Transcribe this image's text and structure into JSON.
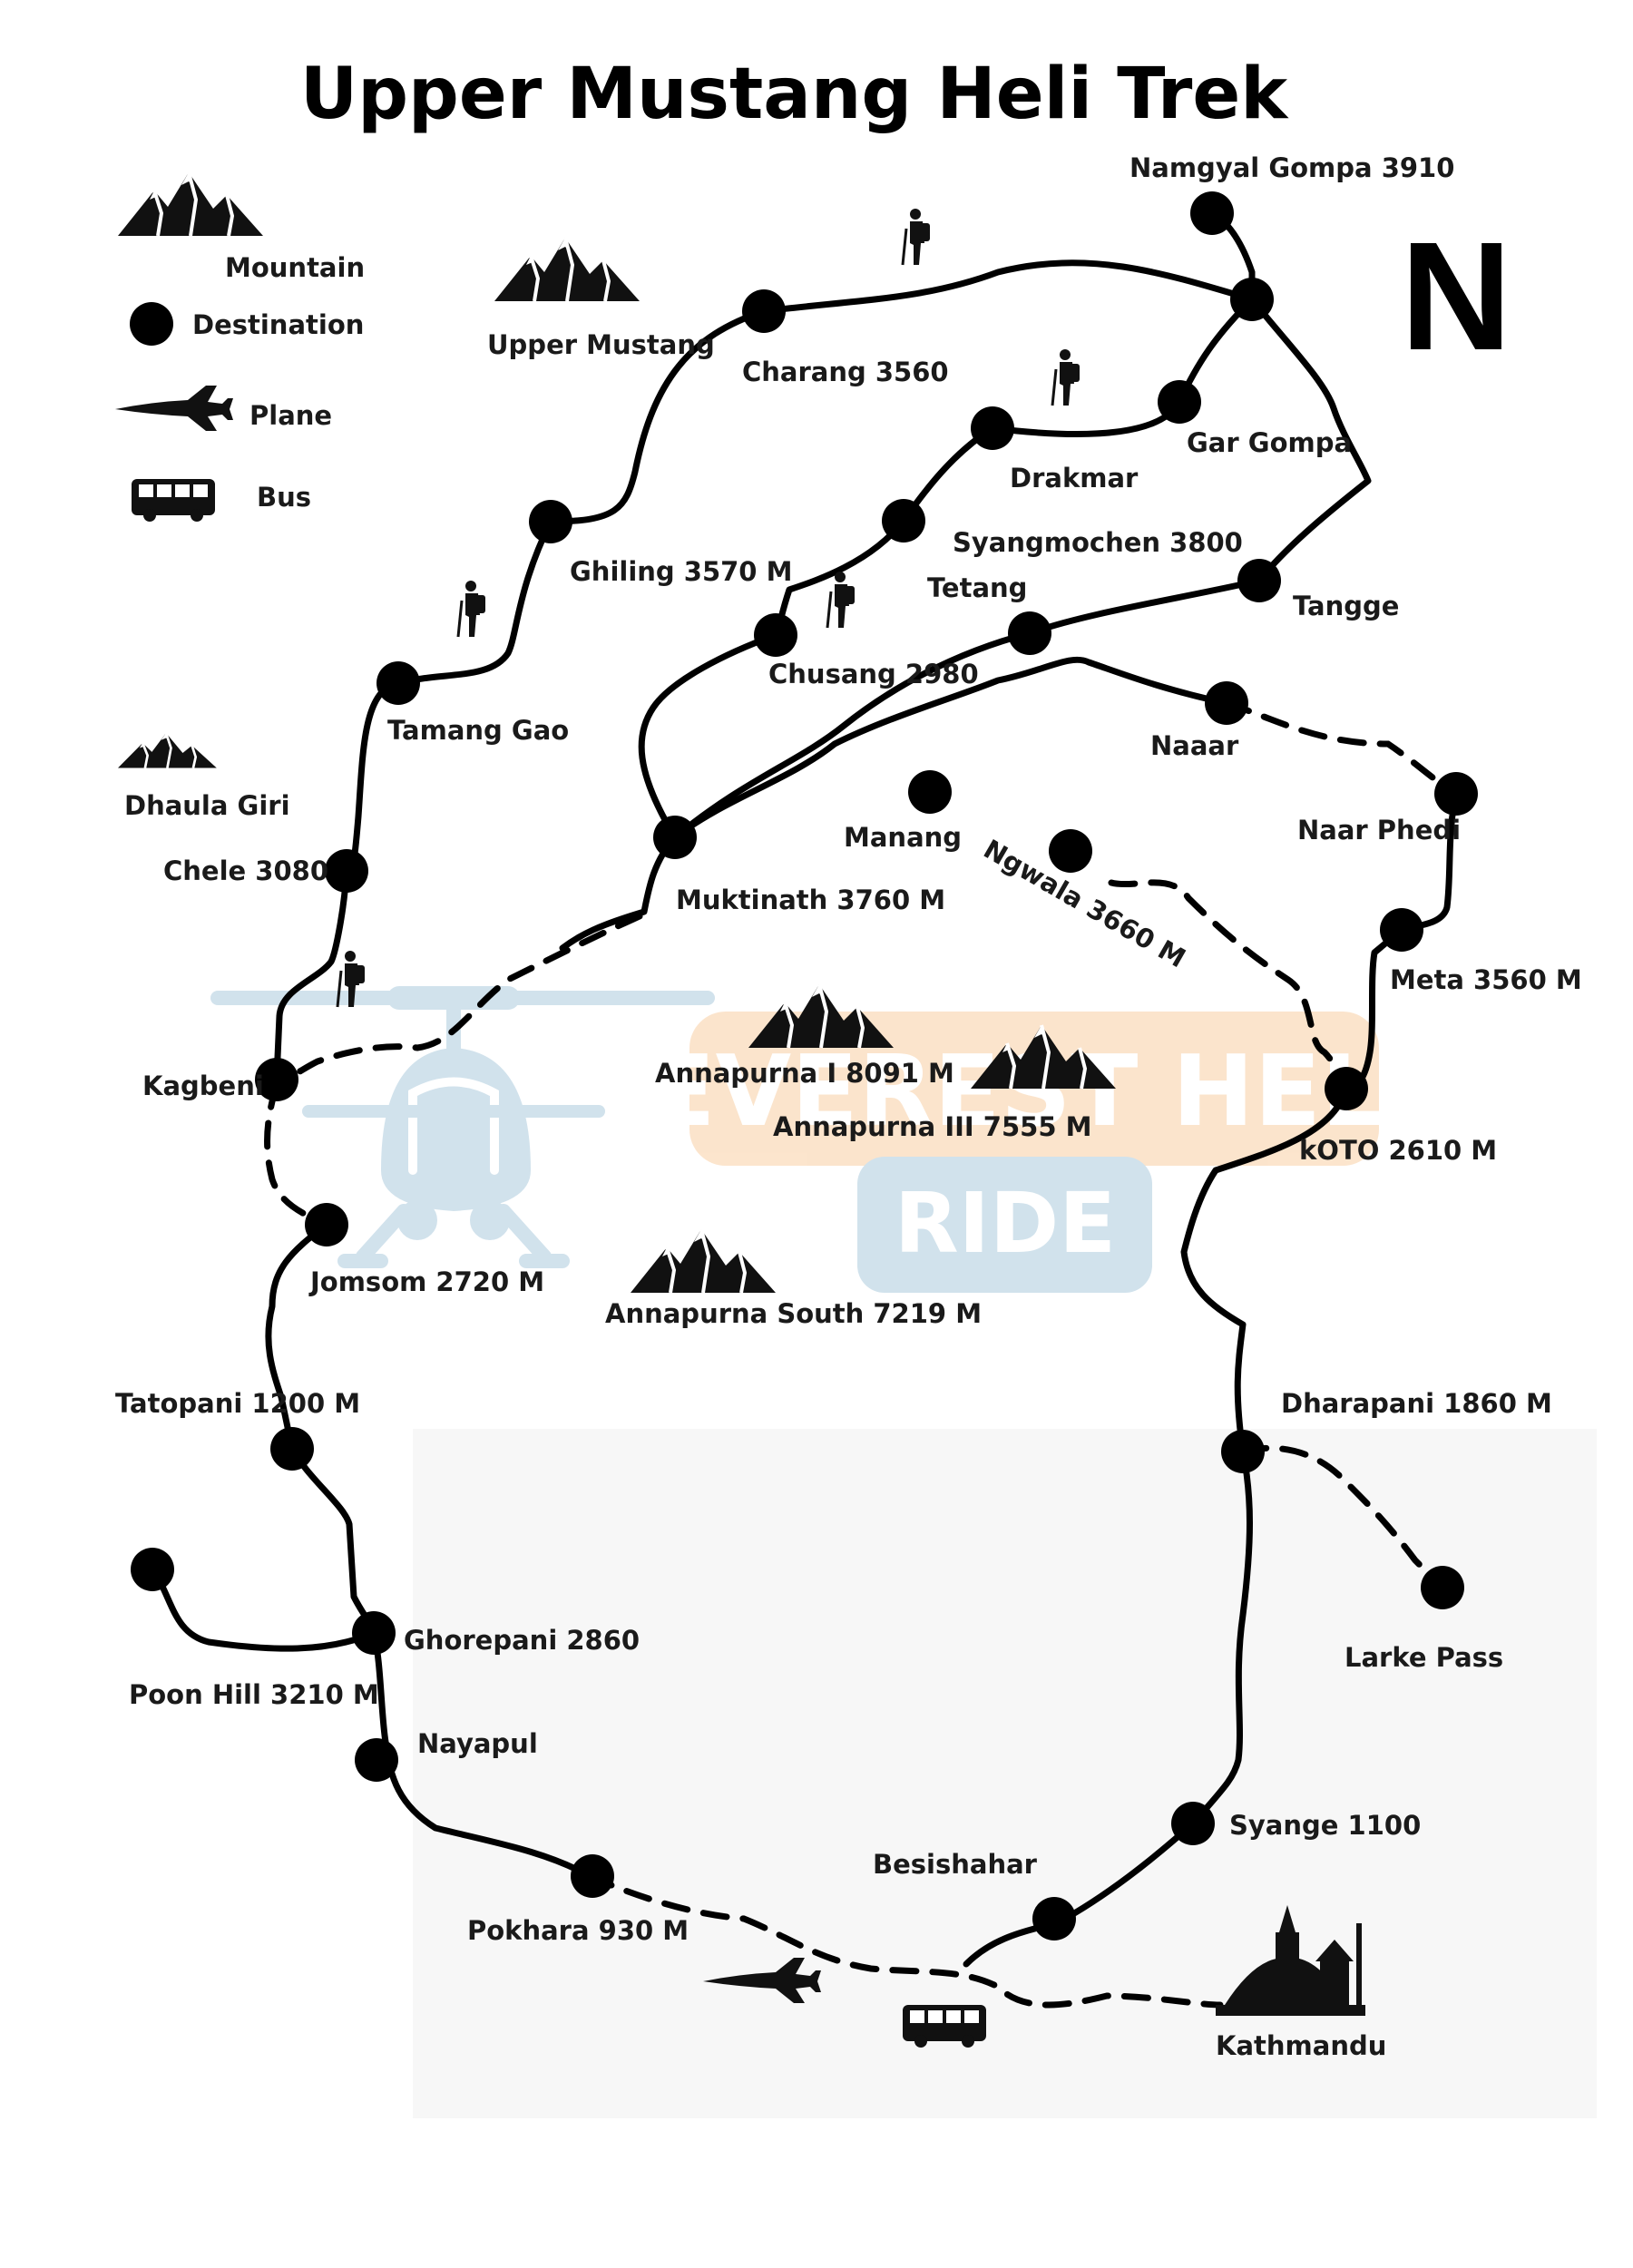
{
  "title": "Upper Mustang Heli Trek",
  "north": "N",
  "legend": {
    "mountain": "Mountain",
    "destination": "Destination",
    "plane": "Plane",
    "bus": "Bus"
  },
  "mountains": {
    "upper_mustang": "Upper Mustang",
    "dhaula_giri": "Dhaula Giri",
    "annapurna_1": "Annapurna I 8091 M",
    "annapurna_3": "Annapurna III 7555 M",
    "annapurna_south": "Annapurna South 7219 M"
  },
  "places": {
    "namgyal": "Namgyal Gompa 3910",
    "charang": "Charang 3560",
    "gar_gompa": "Gar Gompa",
    "drakmar": "Drakmar",
    "syangmochen": "Syangmochen 3800",
    "ghiling": "Ghiling 3570 M",
    "tetang": "Tetang",
    "tangge": "Tangge",
    "chusang": "Chusang 2980",
    "tamang_gao": "Tamang Gao",
    "naaar": "Naaar",
    "naar_phedi": "Naar Phedi",
    "manang": "Manang",
    "chele": "Chele 3080",
    "muktinath": "Muktinath 3760 M",
    "ngwala": "Ngwala 3660 M",
    "meta": "Meta 3560 M",
    "kagbeni": "Kagbeni",
    "koto": "kOTO 2610 M",
    "jomsom": "Jomsom 2720 M",
    "tatopani": "Tatopani 1200 M",
    "dharapani": "Dharapani  1860 M",
    "ghorepani": "Ghorepani  2860",
    "larke": "Larke Pass",
    "poon_hill": "Poon Hill 3210 M",
    "nayapul": "Nayapul",
    "syange": "Syange 1100",
    "besishahar": "Besishahar",
    "pokhara": "Pokhara 930 M",
    "kathmandu": "Kathmandu"
  },
  "watermark": {
    "line1": "EVEREST HELI",
    "line2": "RIDE"
  },
  "colors": {
    "route": "#000000",
    "watermark_orange": "#fbe0c4",
    "watermark_blue": "#c9dde9"
  }
}
